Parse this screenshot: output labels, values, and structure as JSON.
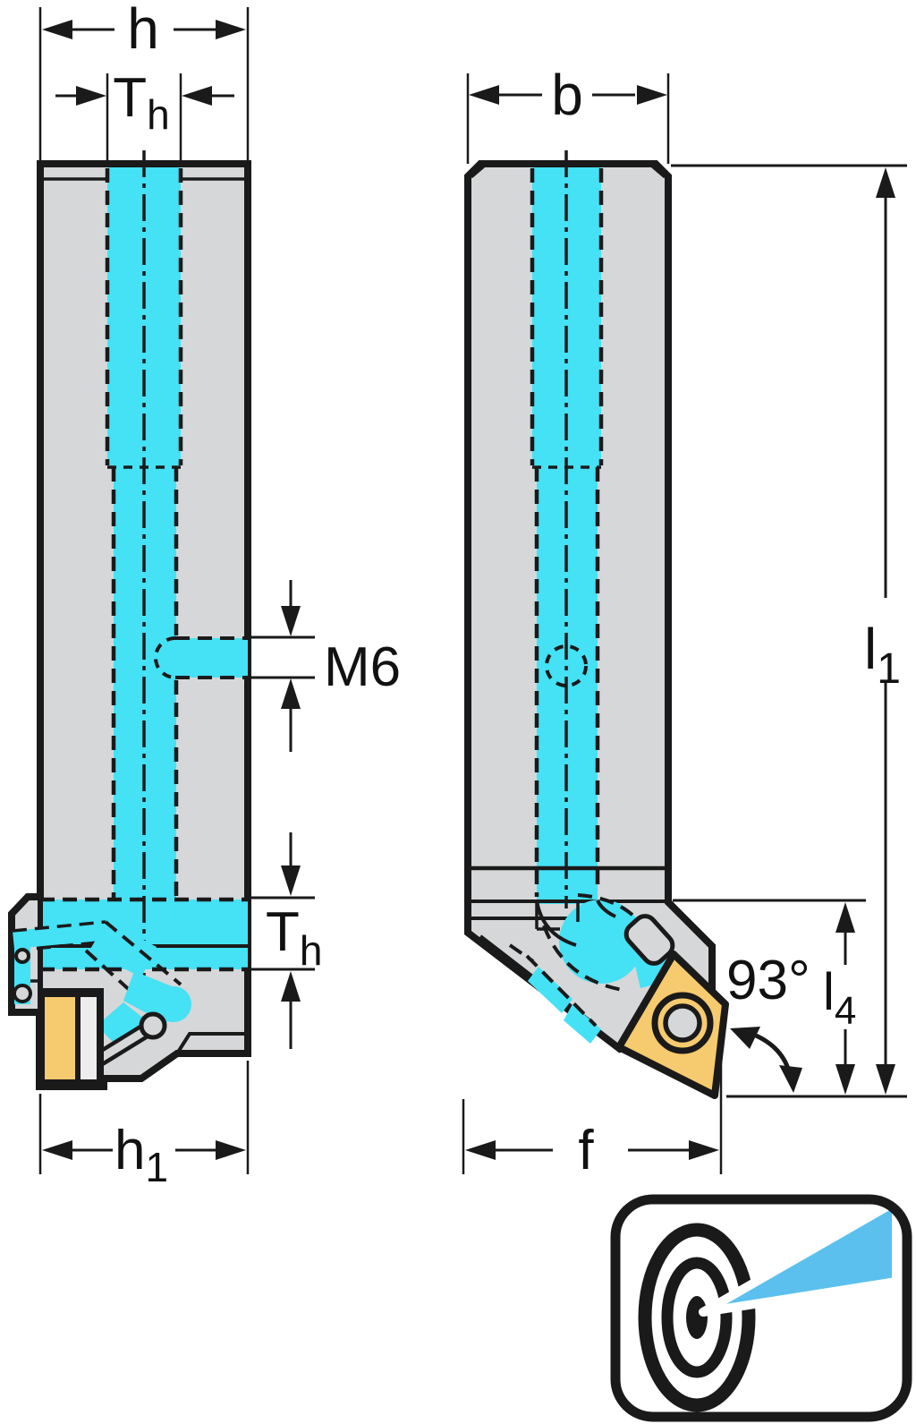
{
  "figure": {
    "type": "technical-drawing",
    "description": "Shank toolholder with precision coolant, side view and front view with dimension callouts",
    "views": [
      {
        "name": "side-view"
      },
      {
        "name": "front-view"
      }
    ]
  },
  "labels": {
    "h": "h",
    "th_top": {
      "base": "T",
      "sub": "h"
    },
    "b": "b",
    "m6": "M6",
    "th_bottom": {
      "base": "T",
      "sub": "h"
    },
    "l1": {
      "base": "l",
      "sub": "1"
    },
    "l4": {
      "base": "l",
      "sub": "4"
    },
    "angle_93": "93°",
    "h1": {
      "base": "h",
      "sub": "1"
    },
    "f": "f"
  },
  "colors": {
    "coolant_channel": "#45e1f5",
    "coolant_spray": "#5bc0ee",
    "insert_yellow": "#f6ca6e",
    "body_gray": "#d5d7d8",
    "outline_black": "#1a1a1a",
    "shim_light": "#ededee",
    "background": "#ffffff"
  },
  "icon": {
    "name": "precision-coolant-target-icon"
  }
}
